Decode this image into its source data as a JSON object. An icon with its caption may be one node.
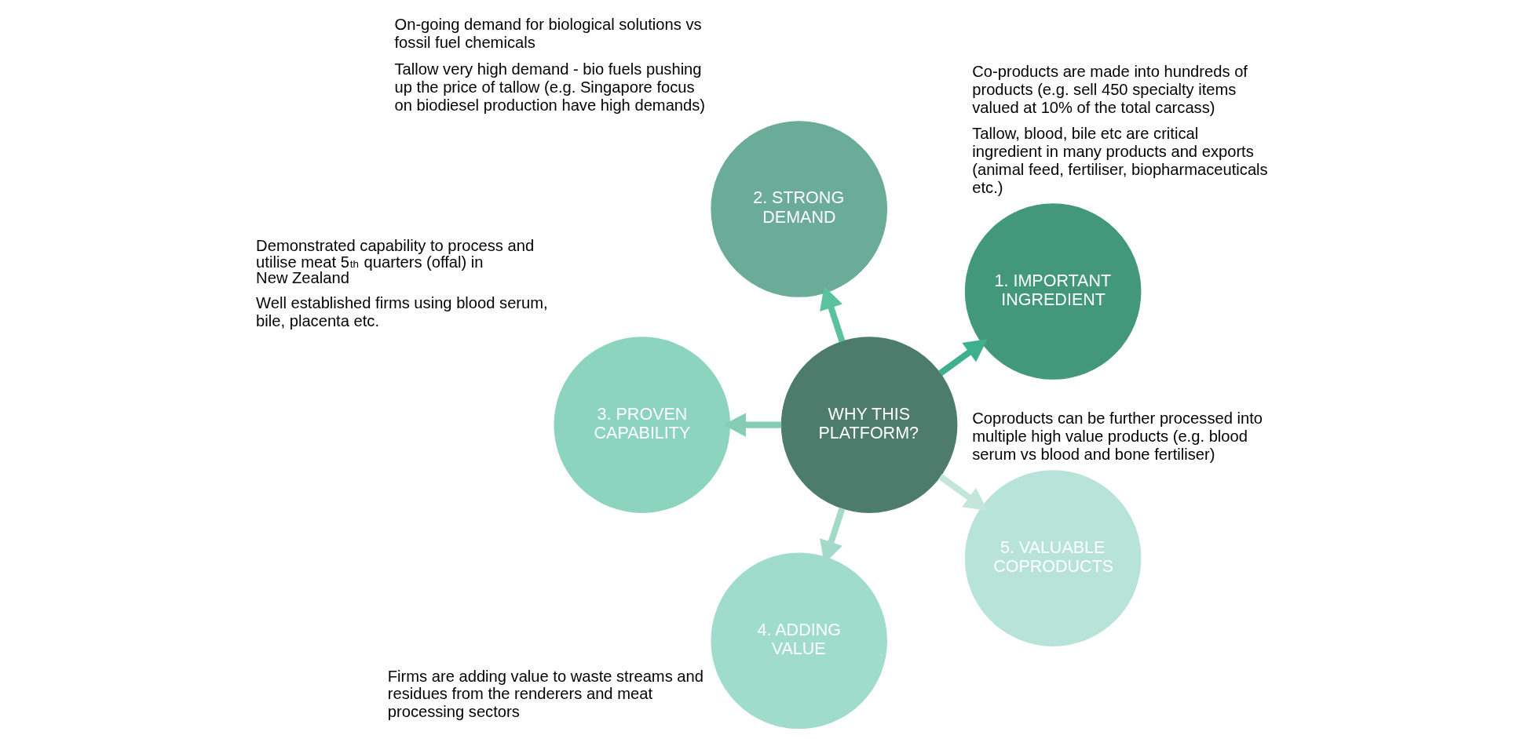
{
  "diagram": {
    "nodes": [
      {
        "text": [
          "WHY THIS PLATFORM?"
        ]
      },
      {
        "text": [
          "1. IMPORTANT INGREDIENT"
        ],
        "beside": [
          "Co-products are made into hundreds of products (e.g. sell 450 specialty items valued at 10% of the total carcass)",
          "Tallow, blood, bile etc are critical ingredient in many products and exports (animal feed, fertiliser, biopharmaceuticals etc.)"
        ]
      },
      {
        "text": [
          "2. STRONG DEMAND"
        ],
        "beside": [
          "On-going demand for biological solutions vs fossil fuel chemicals",
          "Tallow very high demand - bio fuels pushing up the price of tallow (e.g. Singapore focus on biodiesel production have high demands)"
        ]
      },
      {
        "text": [
          "3. PROVEN CAPABILITY"
        ],
        "beside": [
          "Demonstrated capability to process and utilise meat 5$^{th}$ quarters (offal) in New Zealand",
          "Well established firms using blood serum, bile, placenta etc."
        ]
      },
      {
        "text": [
          "4. ADDING VALUE"
        ],
        "beside": [
          "Firms are adding value to waste streams and residues from the renderers and meat processing sectors"
        ]
      },
      {
        "text": [
          "5. VALUABLE COPRODUCTS"
        ],
        "beside": [
          "Coproducts can be further processed into multiple high value products (e.g. blood serum vs blood and bone fertiliser)"
        ]
      }
    ],
    "edges": [
      {
        "from": 0,
        "to": 1,
        "arrow": "to",
        "color": "#3fb08e"
      },
      {
        "from": 0,
        "to": 2,
        "arrow": "to",
        "color": "#5cc29e"
      },
      {
        "from": 0,
        "to": 3,
        "arrow": "to",
        "color": "#86cdb6"
      },
      {
        "from": 0,
        "to": 4,
        "arrow": "to",
        "color": "#a3d9c8"
      },
      {
        "from": 0,
        "to": 5,
        "arrow": "to",
        "color": "#c3e5db"
      }
    ]
  }
}
